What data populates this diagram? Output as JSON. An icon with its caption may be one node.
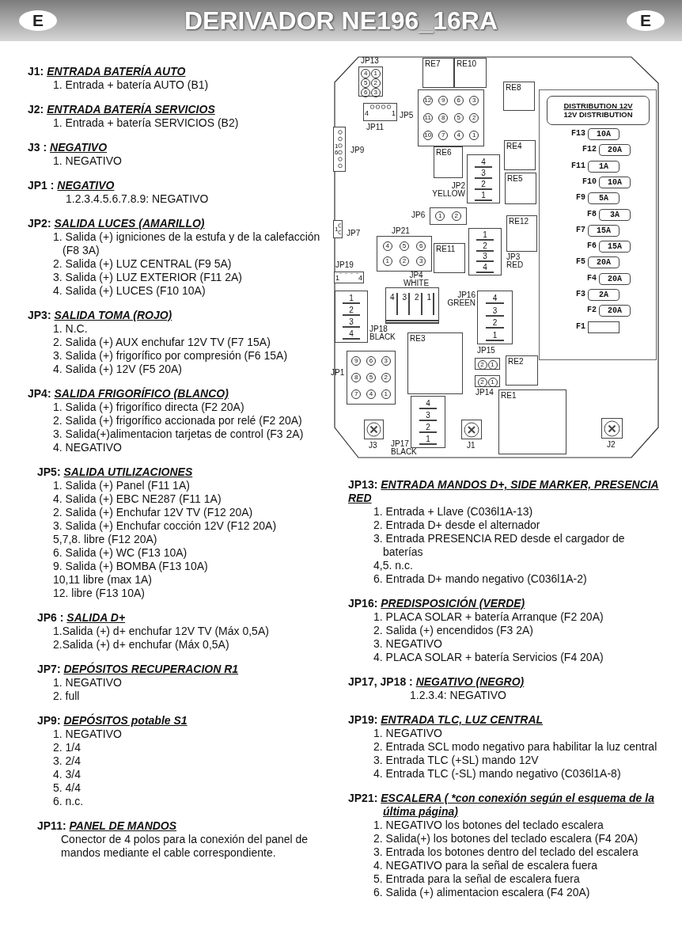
{
  "diagram": {
    "title": "DERIVADOR NE196_16RA",
    "nodes": [
      {
        "text": [],
        "shape": "box"
      },
      {
        "text": [
          "4",
          "1",
          "5",
          "2",
          "6",
          "3"
        ],
        "beside": [
          "JP13"
        ],
        "in": 0
      },
      {
        "text": [
          "RE7"
        ],
        "in": 0
      },
      {
        "text": [
          "RE10"
        ],
        "in": 0
      },
      {
        "text": [
          "4",
          "1"
        ],
        "beside": [
          "JP11"
        ],
        "in": 0
      },
      {
        "text": [
          "12",
          "9",
          "6",
          "3",
          "11",
          "8",
          "5",
          "2",
          "10",
          "7",
          "4",
          "1"
        ],
        "beside": [
          "JP5"
        ],
        "in": 0
      },
      {
        "text": [
          "RE8"
        ],
        "in": 0
      },
      {
        "text": [],
        "shape": "box",
        "in": 0
      },
      {
        "text": [
          "DISTRIBUTION 12V",
          "12V DISTRIBUTION"
        ],
        "in": 7
      },
      {
        "text": [
          "10A"
        ],
        "beside": [
          "F13"
        ],
        "in": 7
      },
      {
        "text": [
          "20A"
        ],
        "beside": [
          "F12"
        ],
        "in": 7
      },
      {
        "text": [
          "1A"
        ],
        "beside": [
          "F11"
        ],
        "in": 7
      },
      {
        "text": [
          "10A"
        ],
        "beside": [
          "F10"
        ],
        "in": 7
      },
      {
        "text": [
          "5A"
        ],
        "beside": [
          "F9"
        ],
        "in": 7
      },
      {
        "text": [
          "3A"
        ],
        "beside": [
          "F8"
        ],
        "in": 7
      },
      {
        "text": [
          "15A"
        ],
        "beside": [
          "F7"
        ],
        "in": 7
      },
      {
        "text": [
          "15A"
        ],
        "beside": [
          "F6"
        ],
        "in": 7
      },
      {
        "text": [
          "20A"
        ],
        "beside": [
          "F5"
        ],
        "in": 7
      },
      {
        "text": [
          "20A"
        ],
        "beside": [
          "F4"
        ],
        "in": 7
      },
      {
        "text": [
          "2A"
        ],
        "beside": [
          "F3"
        ],
        "in": 7
      },
      {
        "text": [
          "20A"
        ],
        "beside": [
          "F2"
        ],
        "in": 7
      },
      {
        "text": [],
        "shape": "box",
        "beside": [
          "F1"
        ],
        "in": 7
      },
      {
        "text": [
          "1",
          "6"
        ],
        "beside": [
          "JP9"
        ],
        "in": 0
      },
      {
        "text": [
          "RE6"
        ],
        "in": 0
      },
      {
        "text": [
          "RE4"
        ],
        "in": 0
      },
      {
        "text": [
          "4",
          "3",
          "2",
          "1"
        ],
        "beside": [
          "JP2 YELLOW"
        ],
        "in": 0
      },
      {
        "text": [
          "RE5"
        ],
        "in": 0
      },
      {
        "text": [
          "1",
          "2"
        ],
        "beside": [
          "JP6"
        ],
        "in": 0
      },
      {
        "text": [
          "1"
        ],
        "beside": [
          "JP7"
        ],
        "in": 0
      },
      {
        "text": [
          "RE12"
        ],
        "in": 0
      },
      {
        "text": [
          "4",
          "5",
          "6",
          "1",
          "2",
          "3"
        ],
        "beside": [
          "JP21"
        ],
        "in": 0
      },
      {
        "text": [
          "RE11"
        ],
        "in": 0
      },
      {
        "text": [
          "1",
          "2",
          "3",
          "4"
        ],
        "beside": [
          "JP3 RED"
        ],
        "in": 0
      },
      {
        "text": [
          "1",
          "4"
        ],
        "beside": [
          "JP19"
        ],
        "in": 0
      },
      {
        "text": [
          "4",
          "3",
          "2",
          "1"
        ],
        "beside": [
          "JP4 WHITE"
        ],
        "in": 0
      },
      {
        "text": [
          "1",
          "2",
          "3",
          "4"
        ],
        "beside": [
          "JP18 BLACK"
        ],
        "in": 0
      },
      {
        "text": [
          "4",
          "3",
          "2",
          "1"
        ],
        "beside": [
          "JP16 GREEN"
        ],
        "in": 0
      },
      {
        "text": [
          "RE3"
        ],
        "in": 0
      },
      {
        "text": [
          "9",
          "6",
          "3",
          "8",
          "5",
          "2",
          "7",
          "4",
          "1"
        ],
        "beside": [
          "JP1"
        ],
        "in": 0
      },
      {
        "text": [
          "2",
          "1"
        ],
        "beside": [
          "JP15"
        ],
        "in": 0
      },
      {
        "text": [
          "RE2"
        ],
        "in": 0
      },
      {
        "text": [
          "2",
          "1"
        ],
        "beside": [
          "JP14"
        ],
        "in": 0
      },
      {
        "text": [
          "RE1"
        ],
        "in": 0
      },
      {
        "text": [
          "4",
          "3",
          "2",
          "1"
        ],
        "beside": [
          "JP17 BLACK"
        ],
        "in": 0
      },
      {
        "text": [],
        "shape": "box",
        "beside": [
          "J3"
        ],
        "in": 0
      },
      {
        "text": [],
        "shape": "box",
        "beside": [
          "J1"
        ],
        "in": 0
      },
      {
        "text": [],
        "shape": "box",
        "beside": [
          "J2"
        ],
        "in": 0
      }
    ],
    "labels": [
      "E",
      "E",
      "J1: ENTRADA BATERÍA AUTO",
      "1. Entrada + batería AUTO (B1)",
      "J2: ENTRADA BATERÍA SERVICIOS",
      "1. Entrada + batería SERVICIOS (B2)",
      "J3 : NEGATIVO",
      "1. NEGATIVO",
      "JP1 : NEGATIVO",
      "1.2.3.4.5.6.7.8.9: NEGATIVO",
      "JP2: SALIDA LUCES (AMARILLO)",
      "1. Salida (+) igniciones de la estufa y de la calefacción (F8 3A)",
      "2. Salida (+) LUZ CENTRAL (F9 5A)",
      "3. Salida (+) LUZ EXTERIOR (F11 2A)",
      "4. Salida (+) LUCES (F10 10A)",
      "JP3: SALIDA TOMA (ROJO)",
      "1. N.C.",
      "2. Salida (+) AUX enchufar 12V TV (F7 15A)",
      "3. Salida (+) frigorífico por compresión (F6 15A)",
      "4. Salida (+) 12V (F5 20A)",
      "JP4: SALIDA FRIGORÍFICO (BLANCO)",
      "1. Salida (+) frigorífico directa (F2 20A)",
      "2. Salida (+) frigorífico accionada por relé (F2 20A)",
      "3. Salida(+)alimentacion tarjetas de control (F3 2A)",
      "4. NEGATIVO",
      "JP5: SALIDA UTILIZACIONES",
      "1. Salida (+) Panel (F11 1A)",
      "4. Salida (+) EBC NE287 (F11 1A)",
      "2. Salida (+) Enchufar 12V TV (F12 20A)",
      "3. Salida (+) Enchufar cocción 12V (F12 20A)",
      "5,7,8. libre (F12 20A)",
      "6. Salida (+) WC (F13 10A)",
      "9. Salida (+) BOMBA (F13 10A)",
      "10,11 libre (max 1A)",
      "12. libre (F13 10A)",
      "JP6 : SALIDA D+",
      "1.Salida (+) d+ enchufar 12V TV (Máx 0,5A)",
      "2.Salida (+) d+ enchufar (Máx 0,5A)",
      "JP7: DEPÓSITOS RECUPERACION R1",
      "1. NEGATIVO",
      "2. full",
      "JP9: DEPÓSITOS potable S1",
      "1. NEGATIVO",
      "2. 1/4",
      "3. 2/4",
      "4. 3/4",
      "5. 4/4",
      "6. n.c.",
      "JP11: PANEL DE MANDOS",
      "Conector de 4 polos para la conexión del panel de mandos mediante el cable correspondiente.",
      "JP13: ENTRADA MANDOS D+, SIDE MARKER, PRESENCIA RED",
      "1. Entrada + Llave (C036l1A-13)",
      "2. Entrada D+ desde el alternador",
      "3. Entrada PRESENCIA RED desde el cargador de baterías",
      "4,5. n.c.",
      "6. Entrada D+ mando negativo (C036l1A-2)",
      "JP16: PREDISPOSICIÓN (VERDE)",
      "1. PLACA SOLAR + batería Arranque (F2 20A)",
      "2. Salida (+) encendidos (F3 2A)",
      "3. NEGATIVO",
      "4. PLACA SOLAR + batería Servicios (F4 20A)",
      "JP17, JP18 : NEGATIVO (NEGRO)",
      "1.2.3.4: NEGATIVO",
      "JP19: ENTRADA TLC, LUZ CENTRAL",
      "1. NEGATIVO",
      "2. Entrada SCL modo negativo para habilitar la luz central",
      "3. Entrada TLC (+SL) mando 12V",
      "4. Entrada TLC (-SL) mando negativo (C036l1A-8)",
      "JP21: ESCALERA ( *con conexión según el esquema de la última página)",
      "1. NEGATIVO los botones del teclado escalera",
      "2. Salida(+) los botones del teclado escalera (F4 20A)",
      "3. Entrada los botones dentro del teclado del escalera",
      "4. NEGATIVO para la señal de escalera fuera",
      "5. Entrada para la señal de escalera fuera",
      "6. Salida (+) alimentacion escalera (F4 20A)"
    ]
  }
}
